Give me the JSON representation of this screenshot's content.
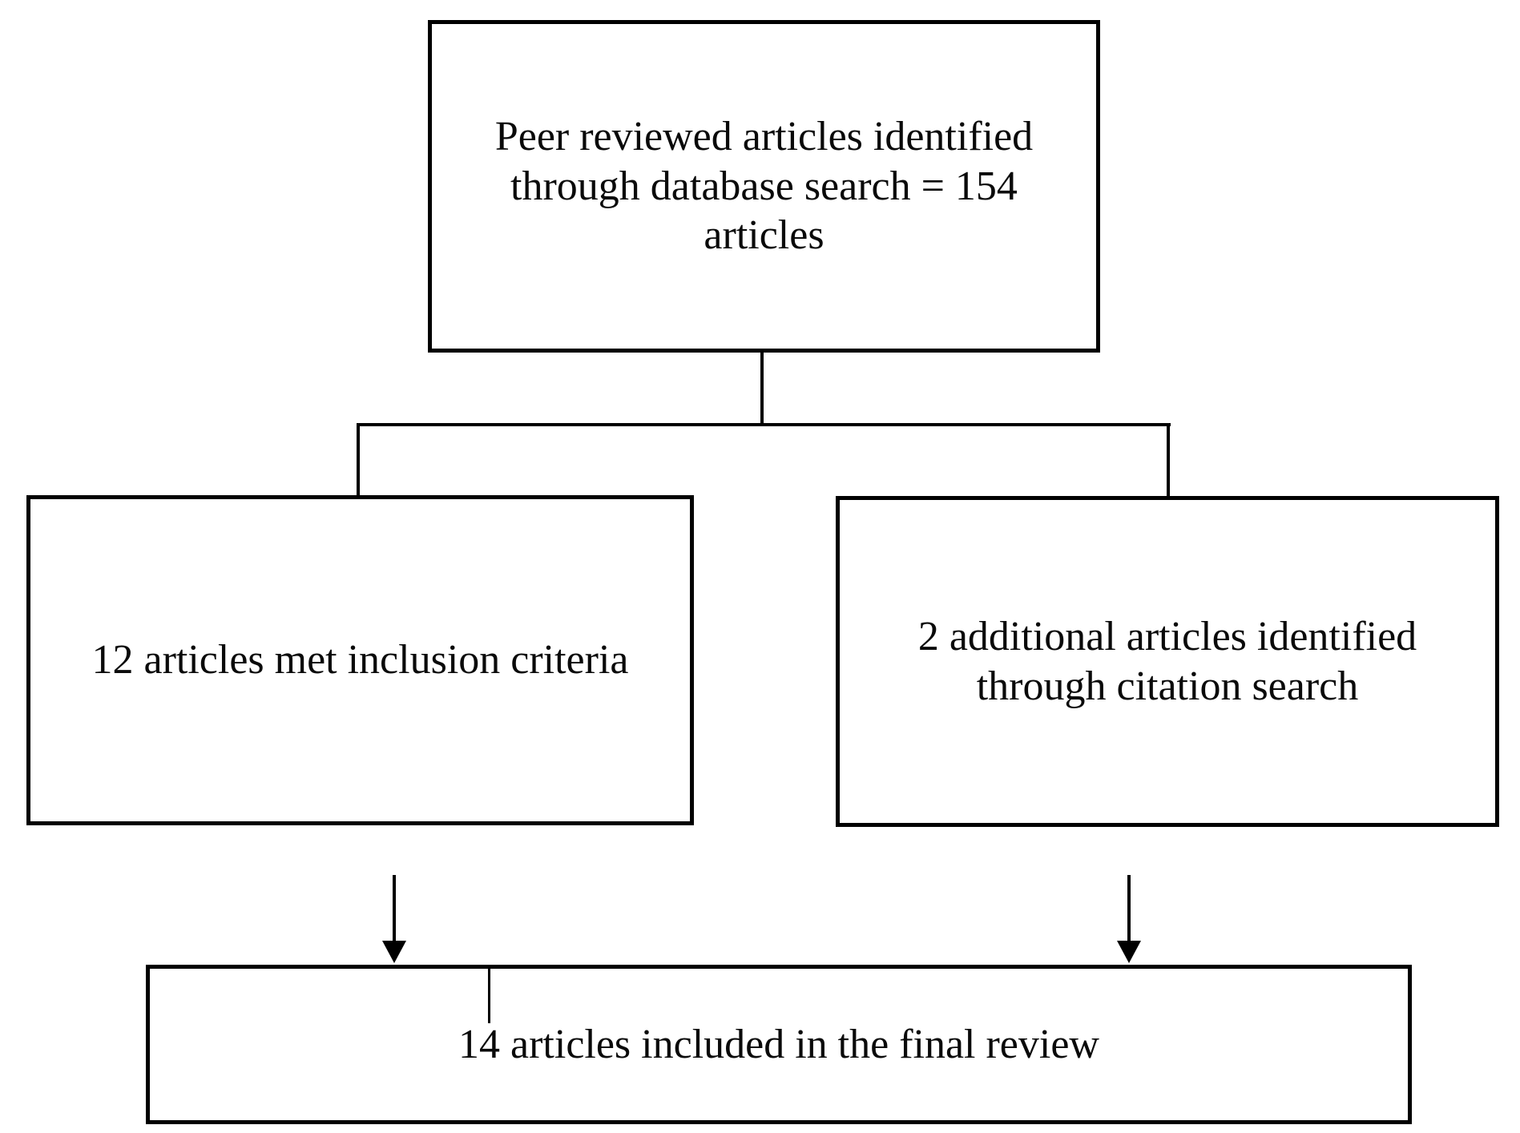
{
  "canvas": {
    "background": "#ffffff",
    "line_color": "#000000"
  },
  "flowchart": {
    "nodes": {
      "database_search": {
        "label": "Peer reviewed articles identified\nthrough database search = 154\narticles",
        "articles_count": 154
      },
      "inclusion_criteria": {
        "label": "12 articles met inclusion criteria",
        "articles_count": 12
      },
      "citation_search": {
        "label": "2 additional articles identified\nthrough citation search",
        "articles_count": 2
      },
      "final_review": {
        "label": "14 articles included in the final review",
        "articles_count": 14
      }
    },
    "edges": [
      {
        "from": "database_search",
        "to": "inclusion_criteria",
        "style": "line"
      },
      {
        "from": "database_search",
        "to": "citation_search",
        "style": "line"
      },
      {
        "from": "inclusion_criteria",
        "to": "final_review",
        "style": "arrow"
      },
      {
        "from": "citation_search",
        "to": "final_review",
        "style": "arrow"
      }
    ]
  }
}
